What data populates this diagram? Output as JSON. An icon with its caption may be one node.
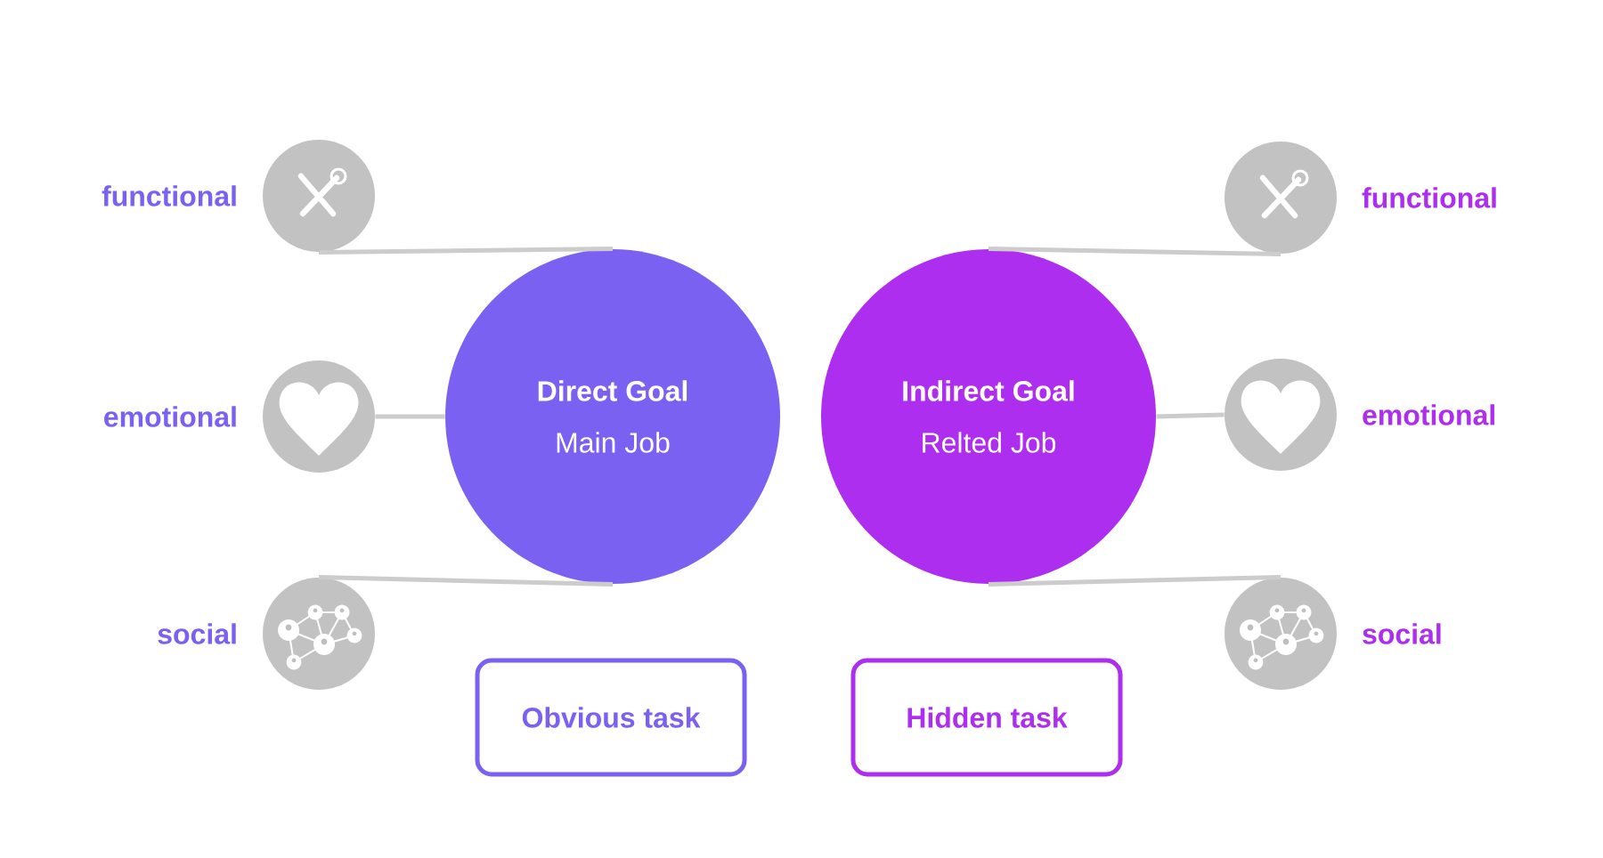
{
  "diagram": {
    "nodes": [
      {
        "text": [
          "Direct Goal",
          "Main Job"
        ]
      },
      {
        "text": [
          "Indirect Goal",
          "Relted Job"
        ]
      },
      {
        "text": [],
        "shape": "circle",
        "beside": [
          "functional"
        ]
      },
      {
        "text": [],
        "shape": "circle",
        "beside": [
          "emotional"
        ]
      },
      {
        "text": [],
        "shape": "circle",
        "beside": [
          "social"
        ]
      },
      {
        "text": [],
        "shape": "circle",
        "beside": [
          "functional"
        ]
      },
      {
        "text": [],
        "shape": "circle",
        "beside": [
          "emotional"
        ]
      },
      {
        "text": [],
        "shape": "circle",
        "beside": [
          "social"
        ]
      },
      {
        "text": [
          "Obvious task"
        ]
      },
      {
        "text": [
          "Hidden task"
        ]
      }
    ],
    "edges": [
      {
        "from": 2,
        "to": 0,
        "arrow": "none"
      },
      {
        "from": 3,
        "to": 0,
        "arrow": "none"
      },
      {
        "from": 4,
        "to": 0,
        "arrow": "none"
      },
      {
        "from": 5,
        "to": 1,
        "arrow": "none"
      },
      {
        "from": 6,
        "to": 1,
        "arrow": "none"
      },
      {
        "from": 7,
        "to": 1,
        "arrow": "none"
      }
    ]
  }
}
